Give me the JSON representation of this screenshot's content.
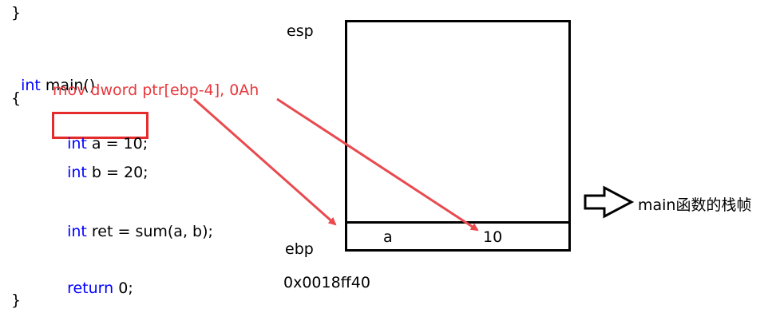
{
  "code": {
    "brace_close_top": "}",
    "main_kw": "int",
    "main_sig": " main()",
    "brace_open": "{",
    "line_a_kw": "int",
    "line_a_rest": " a = 10;",
    "line_b_kw": "int",
    "line_b_rest": " b = 20;",
    "line_ret_kw": "int",
    "line_ret_rest": " ret = sum(a, b);",
    "return_kw": "return",
    "return_rest": " 0;",
    "brace_close_bottom": "}"
  },
  "annotation": {
    "asm": "mov dword ptr[ebp-4], 0Ah"
  },
  "stack": {
    "esp_label": "esp",
    "ebp_label": "ebp",
    "ebp_address": "0x0018ff40",
    "cell_var": "a",
    "cell_value": "10",
    "frame_label": "main函数的栈帧"
  },
  "colors": {
    "keyword": "#0000ff",
    "annotation": "#e8383d",
    "highlight_box": "#e52c2c",
    "arrow": "#e84a4f"
  }
}
